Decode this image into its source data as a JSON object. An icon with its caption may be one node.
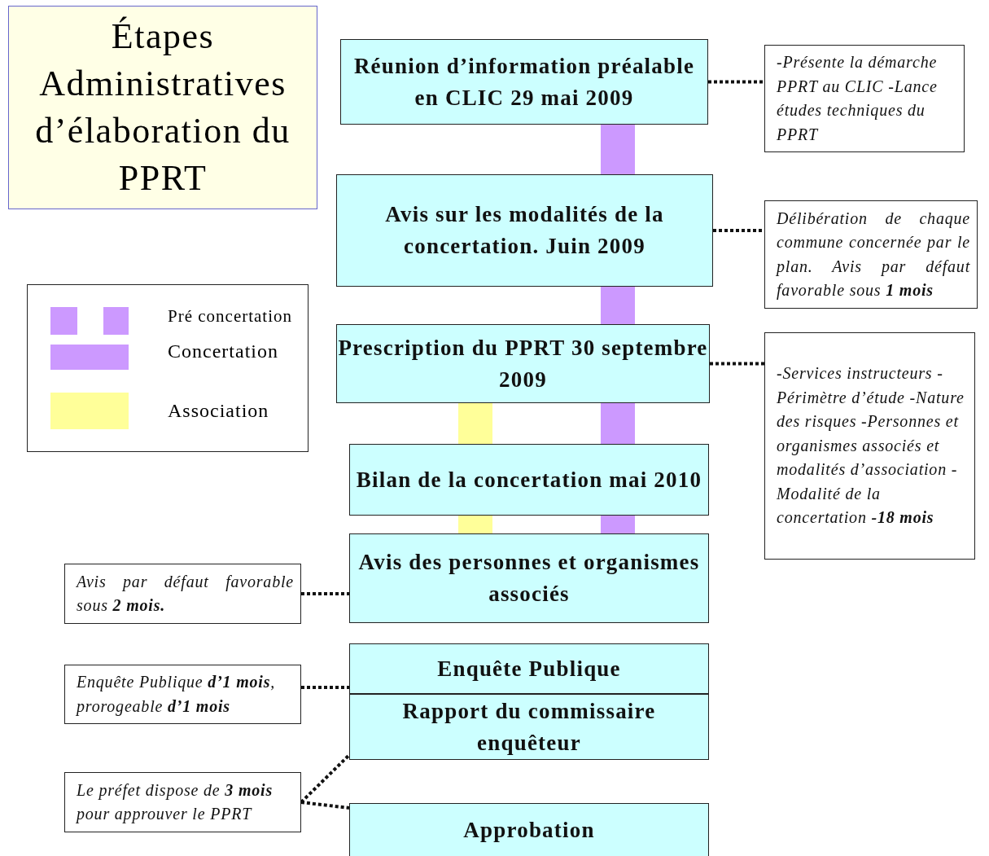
{
  "diagram": {
    "title": "Étapes Administratives d’élaboration du PPRT",
    "nodes": [
      {
        "text": [
          "Réunion d’information préalable en CLIC 29 mai 2009"
        ]
      },
      {
        "text": [
          "Avis sur les modalités de la concertation. Juin 2009"
        ]
      },
      {
        "text": [
          "Prescription du PPRT 30 septembre 2009"
        ]
      },
      {
        "text": [
          "Bilan de la concertation mai 2010"
        ]
      },
      {
        "text": [
          "Avis des personnes et organismes associés"
        ]
      },
      {
        "text": [
          "Enquête Publique"
        ]
      },
      {
        "text": [
          "Rapport du commissaire enquêteur"
        ]
      },
      {
        "text": [
          "Approbation"
        ]
      },
      {
        "text": [
          "-Présente la démarche PPRT au CLIC -Lance études techniques du PPRT"
        ]
      },
      {
        "text": [
          "Délibération de chaque commune concernée par le plan. Avis par défaut favorable sous **1 mois**"
        ]
      },
      {
        "text": [
          "-Services instructeurs -Périmètre d’étude -Nature des risques -Personnes et organismes associés et modalités d’association -Modalité de la concertation **-18 mois**"
        ]
      },
      {
        "text": [
          "Avis par défaut favorable sous **2 mois.**"
        ]
      },
      {
        "text": [
          "Enquête Publique **d’1 mois**, prorogeable **d’1 mois**"
        ]
      },
      {
        "text": [
          "Le préfet dispose de **3 mois** pour approuver le PPRT"
        ]
      }
    ],
    "edges": [
      {
        "from": 0,
        "to": 1,
        "arrow": "none",
        "style": "thick",
        "color": "#cc99ff"
      },
      {
        "from": 1,
        "to": 2,
        "arrow": "none",
        "style": "thick",
        "color": "#cc99ff"
      },
      {
        "from": 2,
        "to": 3,
        "arrow": "none",
        "style": "thick",
        "color": "#ffff99"
      },
      {
        "from": 2,
        "to": 3,
        "arrow": "none",
        "style": "thick",
        "color": "#cc99ff"
      },
      {
        "from": 3,
        "to": 4,
        "arrow": "none",
        "style": "thick",
        "color": "#ffff99"
      },
      {
        "from": 3,
        "to": 4,
        "arrow": "none",
        "style": "thick",
        "color": "#cc99ff"
      },
      {
        "from": 0,
        "to": 8,
        "arrow": "none",
        "style": "dashed"
      },
      {
        "from": 1,
        "to": 9,
        "arrow": "none",
        "style": "dashed"
      },
      {
        "from": 2,
        "to": 10,
        "arrow": "none",
        "style": "dashed"
      },
      {
        "from": 11,
        "to": 4,
        "arrow": "none",
        "style": "dashed"
      },
      {
        "from": 12,
        "to": 5,
        "arrow": "none",
        "style": "dashed"
      },
      {
        "from": 13,
        "to": 6,
        "arrow": "none",
        "style": "dashed"
      },
      {
        "from": 13,
        "to": 7,
        "arrow": "none",
        "style": "dashed"
      }
    ],
    "legend": [
      {
        "text": "Pré concertation",
        "color": "#cc99ff"
      },
      {
        "text": "Concertation",
        "color": "#cc99ff"
      },
      {
        "text": "Association",
        "color": "#ffff99"
      }
    ]
  }
}
